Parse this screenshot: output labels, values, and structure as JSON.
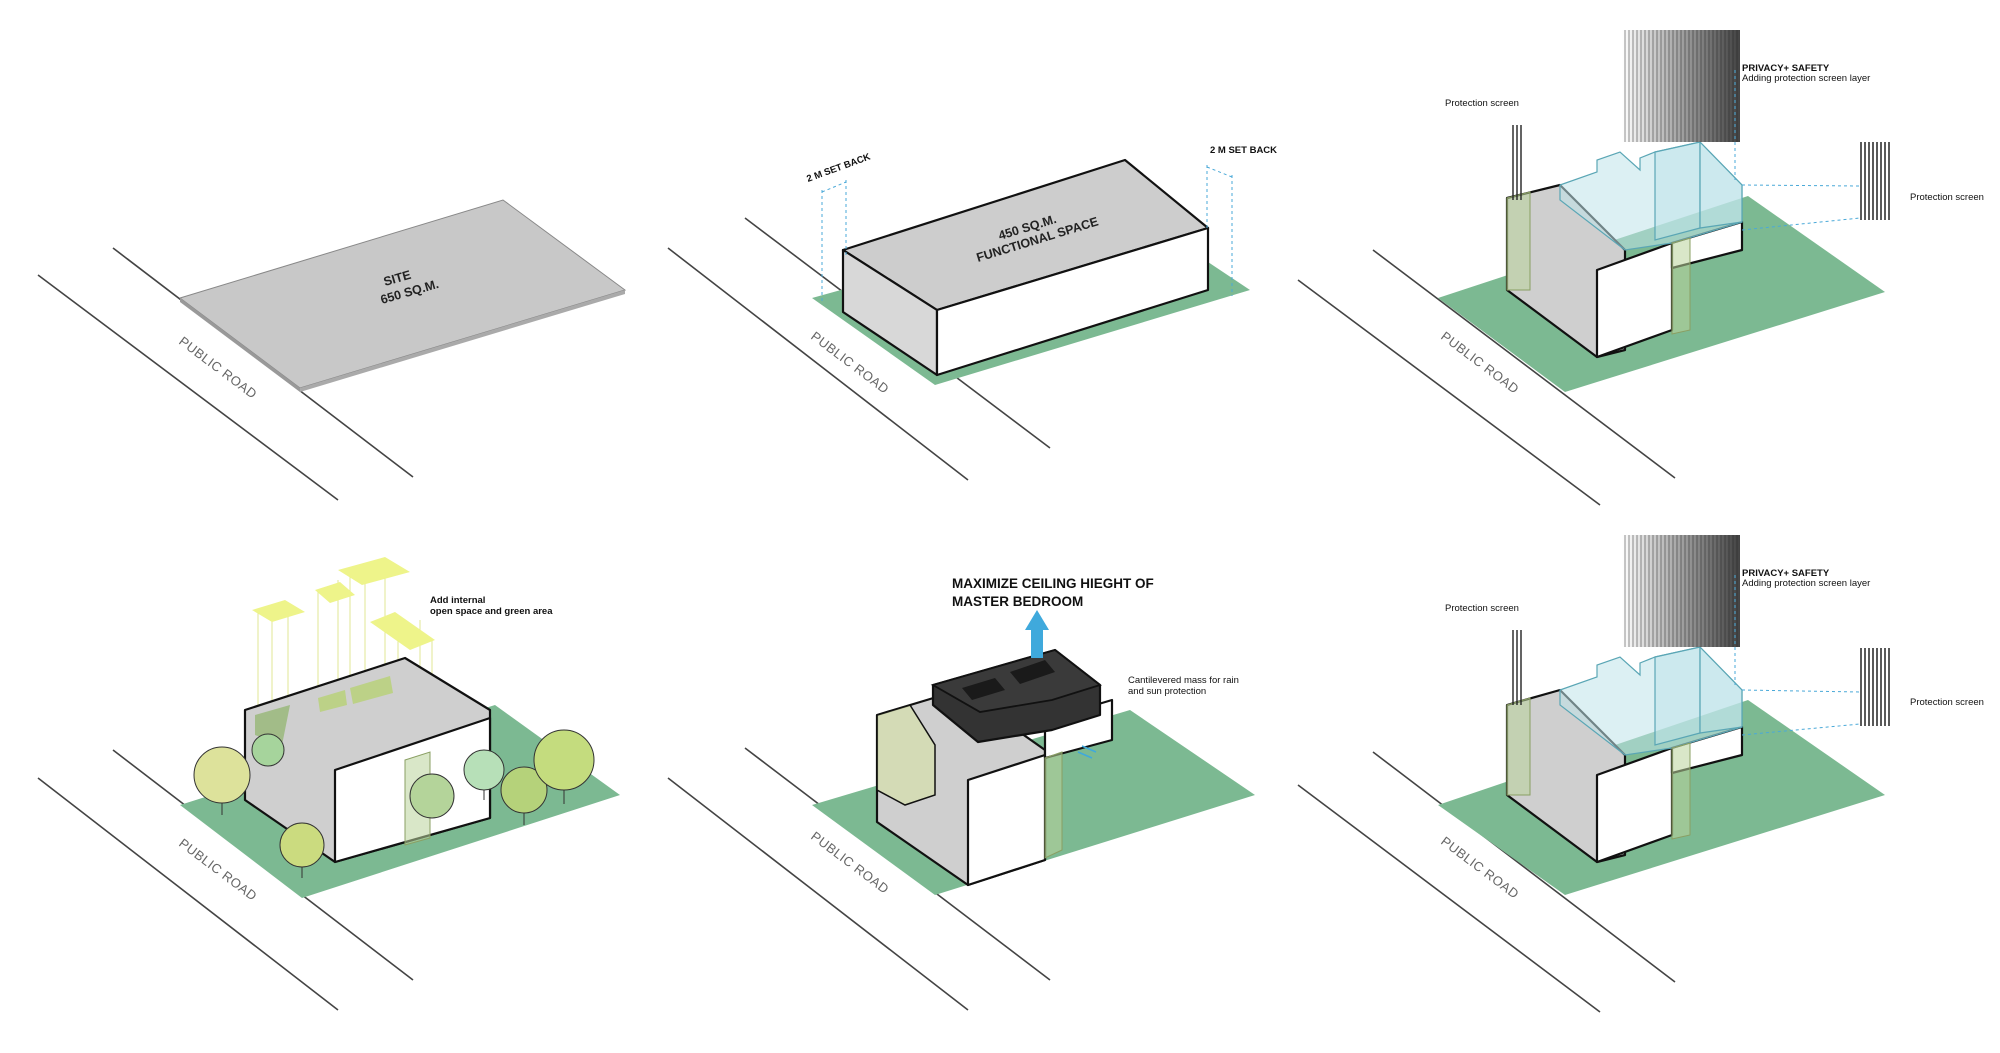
{
  "road_label": "PUBLIC ROAD",
  "panel1": {
    "site_line1": "SITE",
    "site_line2": "650 SQ.M."
  },
  "panel2": {
    "func_line1": "450 SQ.M.",
    "func_line2": "FUNCTIONAL SPACE",
    "setback_left": "2 M SET BACK",
    "setback_right": "2 M SET BACK"
  },
  "panel3": {
    "privacy_title": "PRIVACY+ SAFETY",
    "privacy_sub": "Adding protection screen layer",
    "screen_left": "Protection screen",
    "screen_right": "Protection screen"
  },
  "panel4": {
    "note_line1": "Add internal",
    "note_line2": "open space and green area"
  },
  "panel5": {
    "headline_line1": "MAXIMIZE CEILING HIEGHT OF",
    "headline_line2": "MASTER BEDROOM",
    "note_line1": "Cantilevered mass for rain",
    "note_line2": "and sun protection"
  },
  "panel6": {
    "privacy_title": "PRIVACY+ SAFETY",
    "privacy_sub": "Adding protection screen layer",
    "screen_left": "Protection screen",
    "screen_right": "Protection screen"
  },
  "colors": {
    "ground": "#7cb992",
    "block_top": "#cdcdcd",
    "block_side": "#ffffff",
    "glass": "#bfe3ea",
    "dimension": "#4aa9d8",
    "sky_patch": "#eef48a",
    "dark_mass": "#333333",
    "arrow": "#3fa9dc"
  }
}
